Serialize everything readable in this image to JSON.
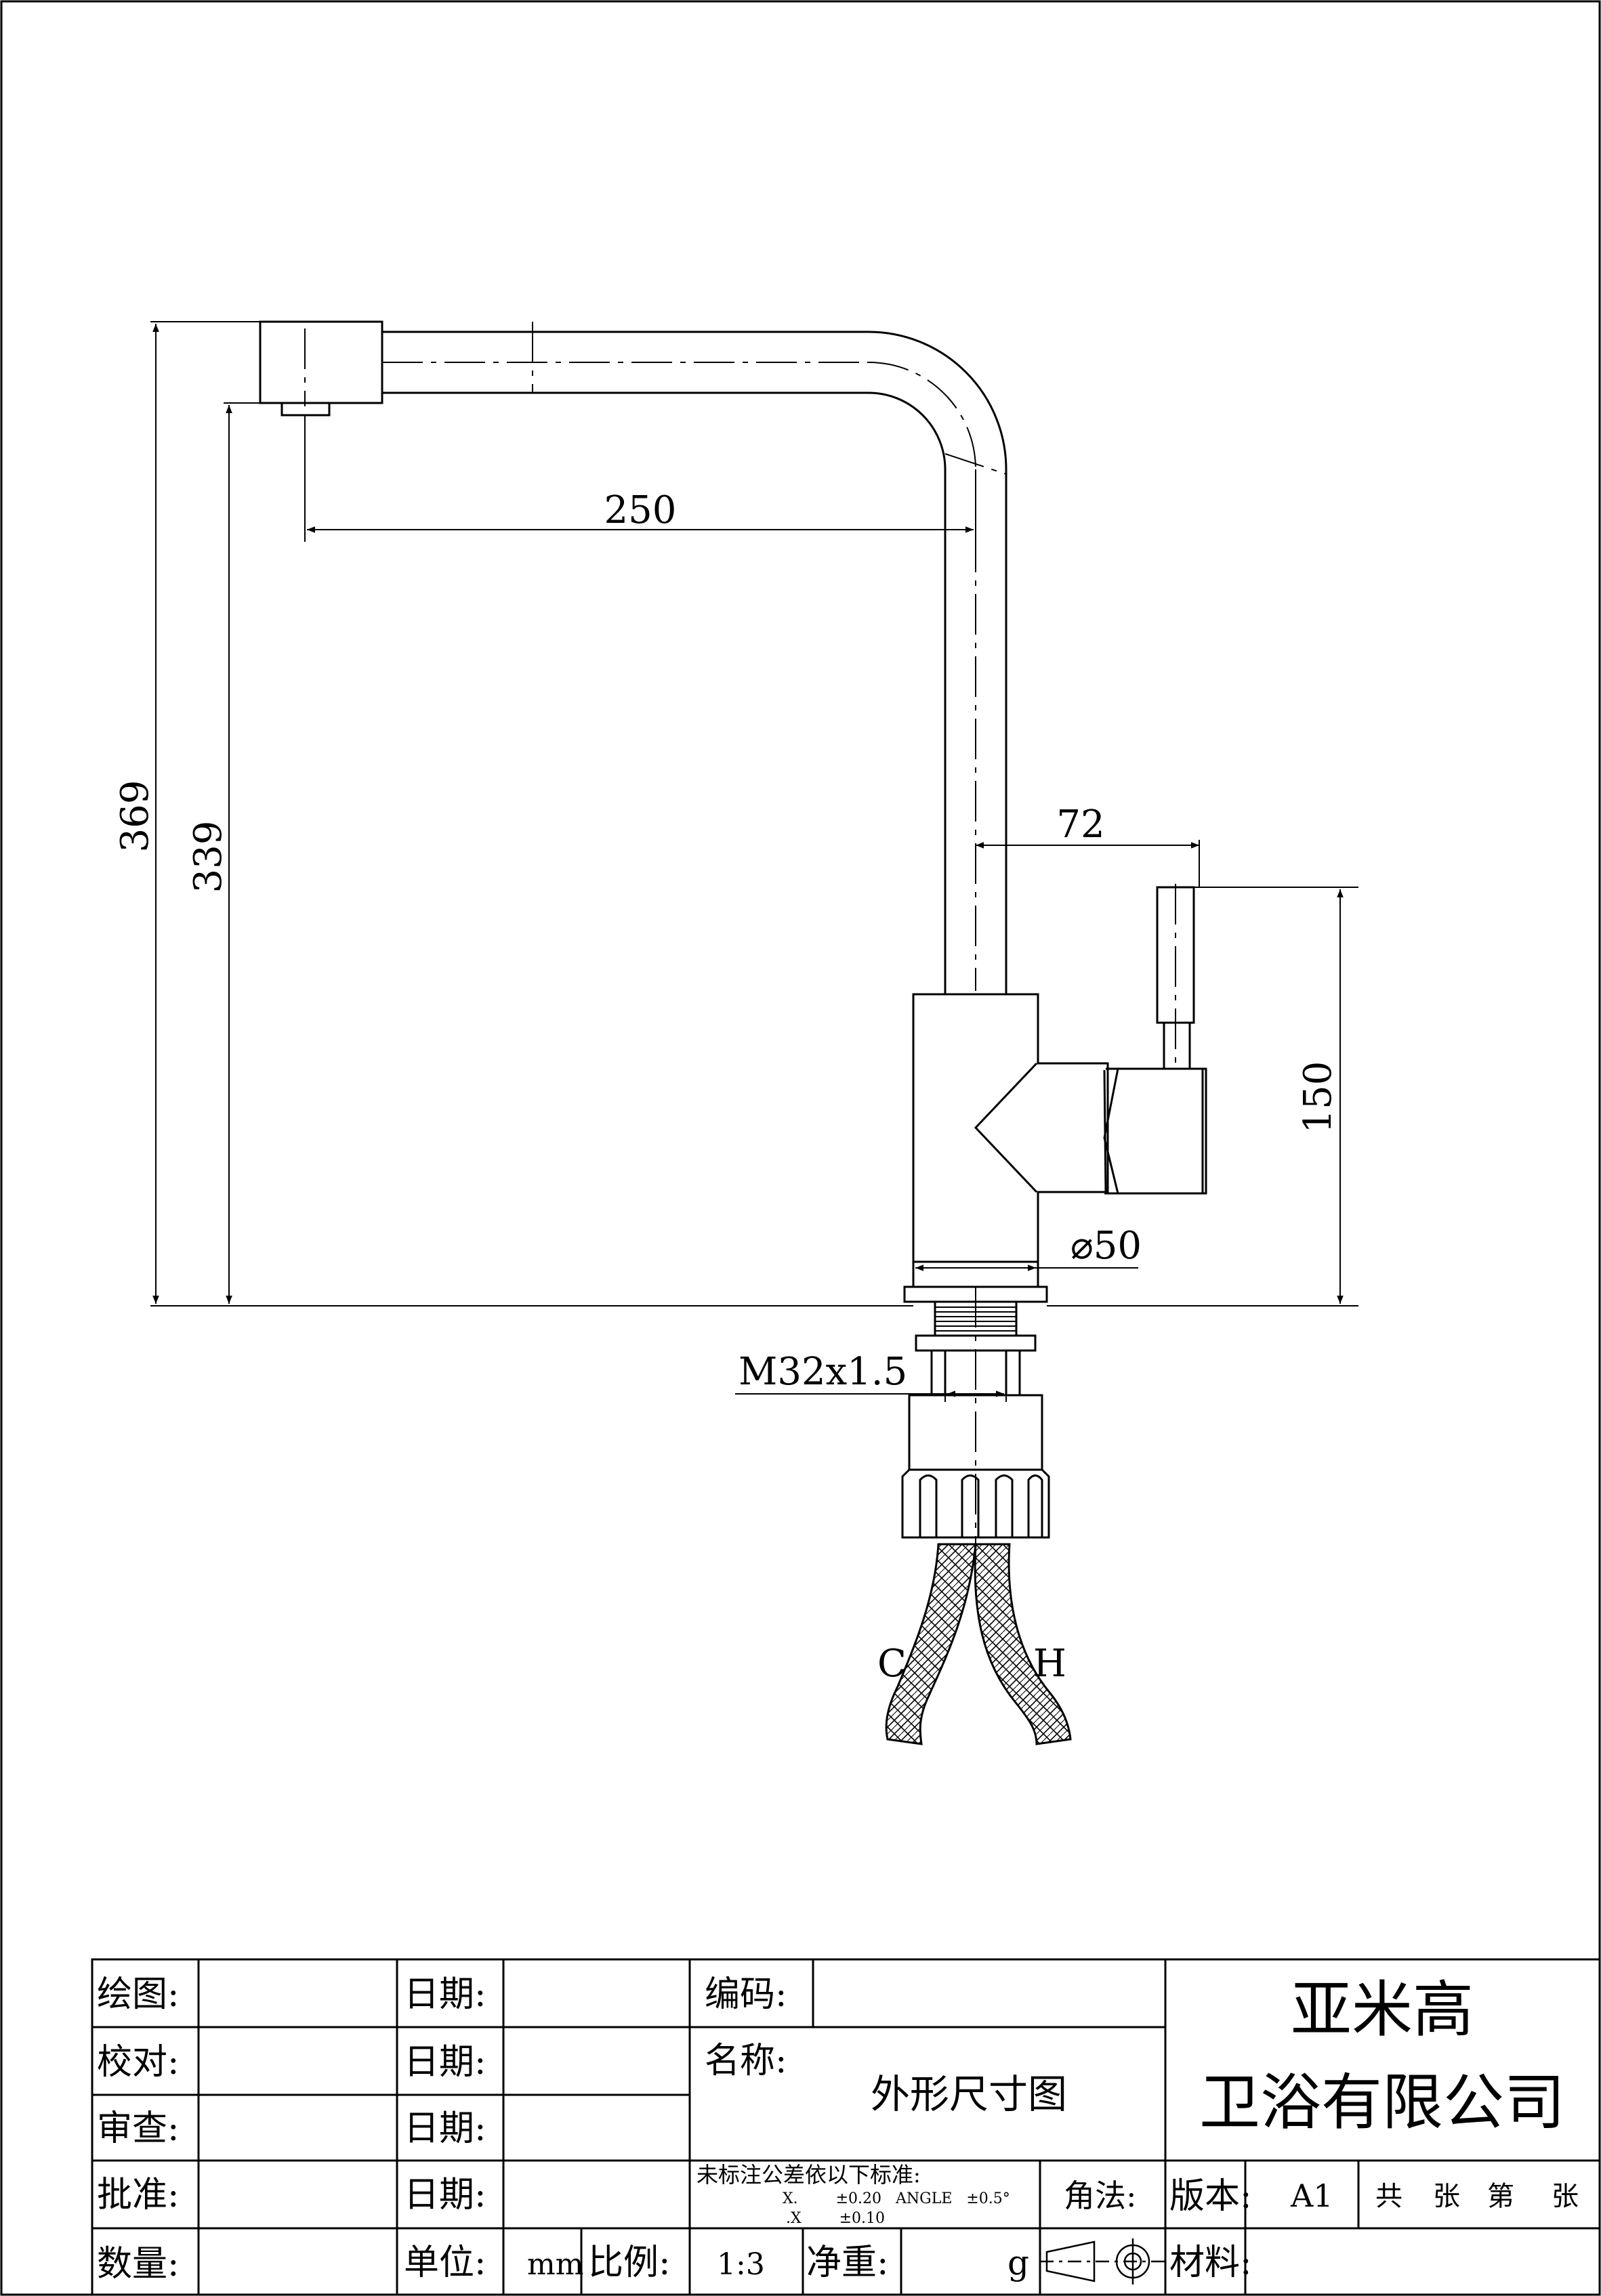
{
  "dimensions": {
    "spout_reach": "250",
    "total_height": "369",
    "outlet_height": "339",
    "handle_offset": "72",
    "handle_height": "150",
    "body_diameter": "⌀50",
    "thread": "M32x1.5"
  },
  "hose_labels": {
    "cold": "C",
    "hot": "H"
  },
  "title_block": {
    "drawn_label": "绘图:",
    "checked_label": "校对:",
    "reviewed_label": "审查:",
    "approved_label": "批准:",
    "quantity_label": "数量:",
    "date_label_1": "日期:",
    "date_label_2": "日期:",
    "date_label_3": "日期:",
    "date_label_4": "日期:",
    "unit_label": "单位:",
    "unit_value": "mm",
    "scale_label": "比例:",
    "scale_value": "1:3",
    "code_label": "编码:",
    "name_label": "名称:",
    "name_value": "外形尺寸图",
    "tolerance_title": "未标注公差依以下标准:",
    "tolerance_line_1": "X.        ±0.20   ANGLE   ±0.5°",
    "tolerance_line_2": ".X        ±0.10",
    "weight_label": "净重:",
    "weight_unit": "g",
    "projection_label": "角法:",
    "company_line_1": "亚米高",
    "company_line_2": "卫浴有限公司",
    "version_label": "版本:",
    "version_value": "A1",
    "sheets_total": "共",
    "sheets_unit_1": "张",
    "sheets_number": "第",
    "sheets_unit_2": "张",
    "material_label": "材料:"
  }
}
